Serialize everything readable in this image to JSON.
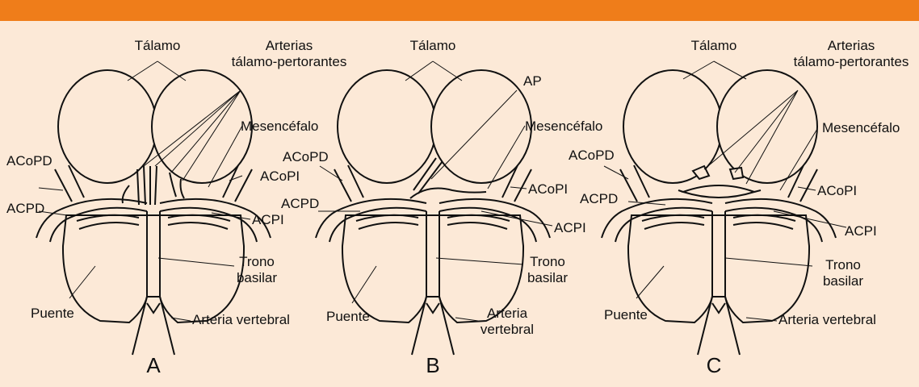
{
  "colors": {
    "accent_bar": "#ef7d1a",
    "background": "#fce9d7",
    "ink": "#111111"
  },
  "panels": [
    {
      "letter": "A",
      "labels": {
        "talamo": "Tálamo",
        "arterias_1": "Arterias",
        "arterias_2": "tálamo-pertorantes",
        "mesencefalo": "Mesencéfalo",
        "acopd": "ACoPD",
        "acopi": "ACoPI",
        "acpd": "ACPD",
        "acpi": "ACPI",
        "trono_1": "Trono",
        "trono_2": "basilar",
        "puente": "Puente",
        "vertebral_1": "Arteria vertebral"
      }
    },
    {
      "letter": "B",
      "labels": {
        "talamo": "Tálamo",
        "ap": "AP",
        "mesencefalo": "Mesencéfalo",
        "acopd": "ACoPD",
        "acopi": "ACoPI",
        "acpd": "ACPD",
        "acpi": "ACPI",
        "trono_1": "Trono",
        "trono_2": "basilar",
        "puente": "Puente",
        "vertebral_1": "Arteria",
        "vertebral_2": "vertebral"
      }
    },
    {
      "letter": "C",
      "labels": {
        "talamo": "Tálamo",
        "arterias_1": "Arterias",
        "arterias_2": "tálamo-pertorantes",
        "mesencefalo": "Mesencéfalo",
        "acopd": "ACoPD",
        "acopi": "ACoPI",
        "acpd": "ACPD",
        "acpi": "ACPI",
        "trono_1": "Trono",
        "trono_2": "basilar",
        "puente": "Puente",
        "vertebral_1": "Arteria vertebral"
      }
    }
  ]
}
